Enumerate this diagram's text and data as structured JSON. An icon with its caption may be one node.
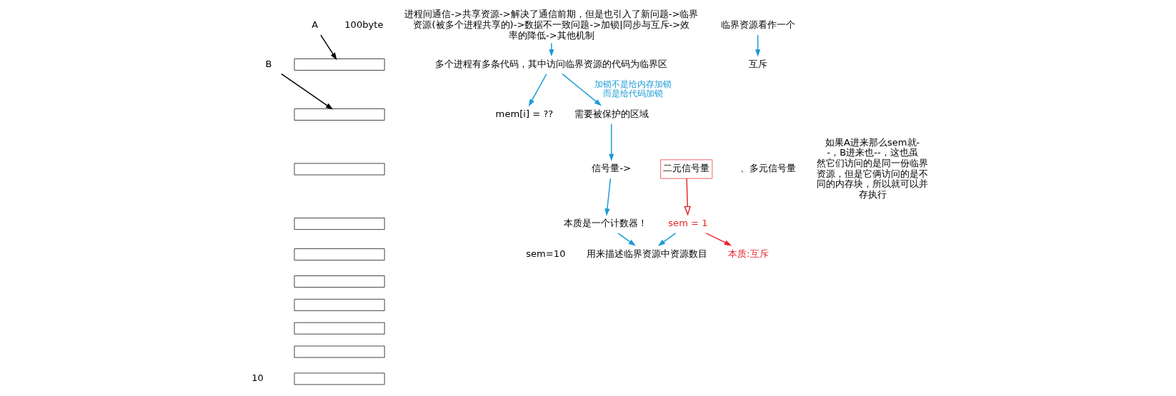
{
  "diagram": {
    "nodes": [
      {
        "text": [
          "进程间通信->共享资源->解决了通信前期，但是也引入了新问题->临界资源(被多个进程共享的)->数据不一致问题->加锁|同步与互斥->效率的降低->其他机制"
        ]
      },
      {
        "text": [
          "多个进程有多条代码，其中访问临界资源的代码为临界区"
        ]
      },
      {
        "text": [
          "A"
        ]
      },
      {
        "text": [
          "B"
        ]
      },
      {
        "text": [],
        "shape": "box"
      },
      {
        "text": [],
        "shape": "box"
      },
      {
        "text": [],
        "shape": "box"
      },
      {
        "text": [],
        "shape": "box"
      },
      {
        "text": [],
        "shape": "box"
      },
      {
        "text": [],
        "shape": "box"
      },
      {
        "text": [],
        "shape": "box"
      },
      {
        "text": [],
        "shape": "box"
      },
      {
        "text": [],
        "shape": "box"
      },
      {
        "text": [],
        "shape": "box"
      },
      {
        "text": [
          "mem[i] = ??"
        ]
      },
      {
        "text": [
          "需要被保护的区域"
        ]
      },
      {
        "text": [
          "信号量->"
        ]
      },
      {
        "text": [
          "二元信号量"
        ]
      },
      {
        "text": [
          "本质是一个计数器！"
        ]
      },
      {
        "text": [
          "sem = 1"
        ]
      },
      {
        "text": [
          "本质:互斥"
        ]
      },
      {
        "text": [
          "临界资源看作一个"
        ]
      },
      {
        "text": [
          "互斥"
        ]
      },
      {
        "text": [
          "用来描述临界资源中资源数目"
        ]
      }
    ],
    "edges": [
      {
        "from": 0,
        "to": 1,
        "arrow": "to"
      },
      {
        "from": 1,
        "to": 14,
        "arrow": "to"
      },
      {
        "from": 1,
        "to": 15,
        "arrow": "to",
        "label": "加锁不是给内存加锁而是给代码加锁"
      },
      {
        "from": 2,
        "to": 4,
        "arrow": "to",
        "color": "#000000"
      },
      {
        "from": 3,
        "to": 5,
        "arrow": "to",
        "color": "#000000"
      },
      {
        "from": 15,
        "to": 16,
        "arrow": "to"
      },
      {
        "from": 16,
        "to": 18,
        "arrow": "to"
      },
      {
        "from": 17,
        "to": 19,
        "arrow": "to",
        "color": "#e8262b"
      },
      {
        "from": 19,
        "to": 20,
        "arrow": "to",
        "color": "#e8262b"
      },
      {
        "from": 18,
        "to": 23,
        "arrow": "to"
      },
      {
        "from": 19,
        "to": 23,
        "arrow": "to"
      },
      {
        "from": 21,
        "to": 22,
        "arrow": "to"
      }
    ],
    "labels": [
      "100byte",
      "如果A进来那么sem就--，B进来也--，这也虽然它们访问的是同一份临界资源，但是它俩访问的是不同的内存块，所以就可以并存执行",
      "、多元信号量",
      "sem=10",
      "10"
    ]
  }
}
